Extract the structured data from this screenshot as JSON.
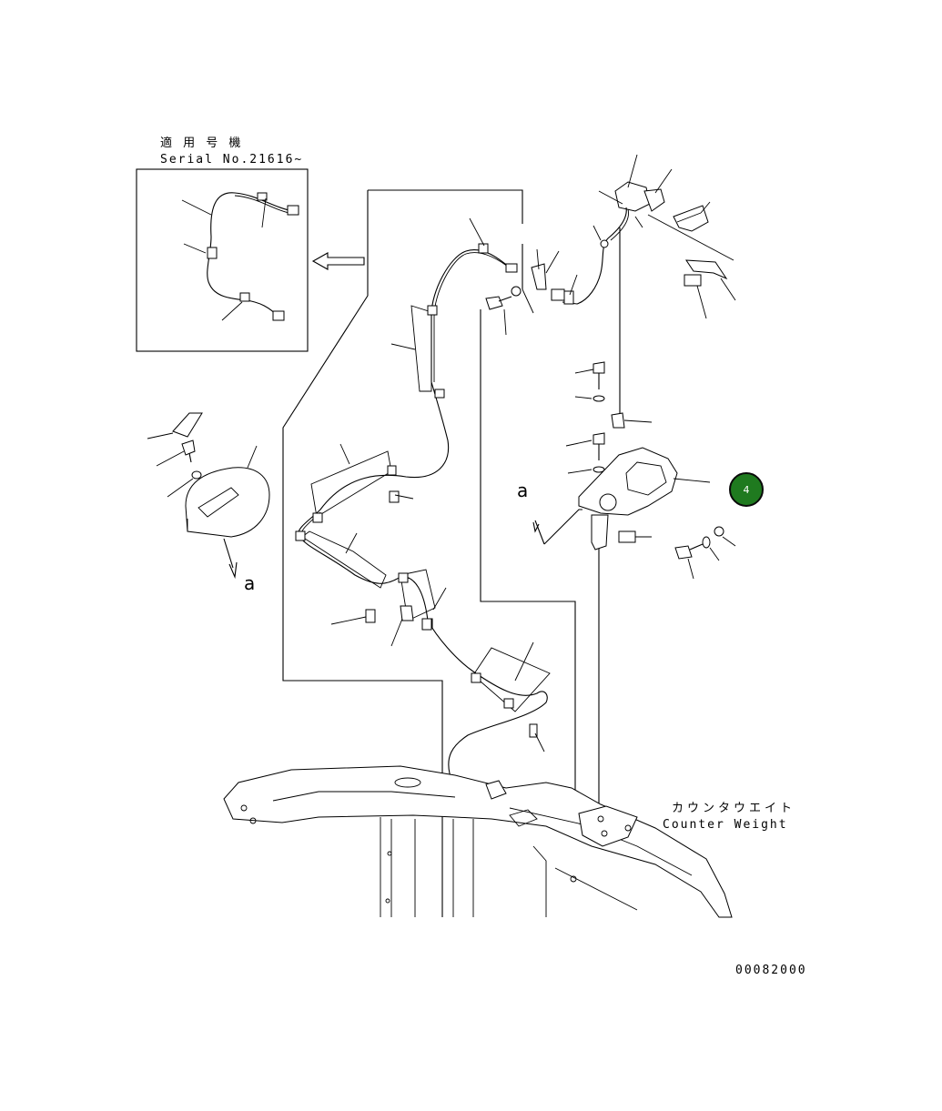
{
  "inset": {
    "title_jp": "適 用 号 機",
    "serial": "Serial No.21616~"
  },
  "view_marker": "a",
  "counterweight": {
    "label_jp": "カウンタウエイト",
    "label_en": "Counter Weight"
  },
  "drawing_number": "00082000",
  "callout": {
    "number": "4",
    "color": "#1f7a1f"
  }
}
